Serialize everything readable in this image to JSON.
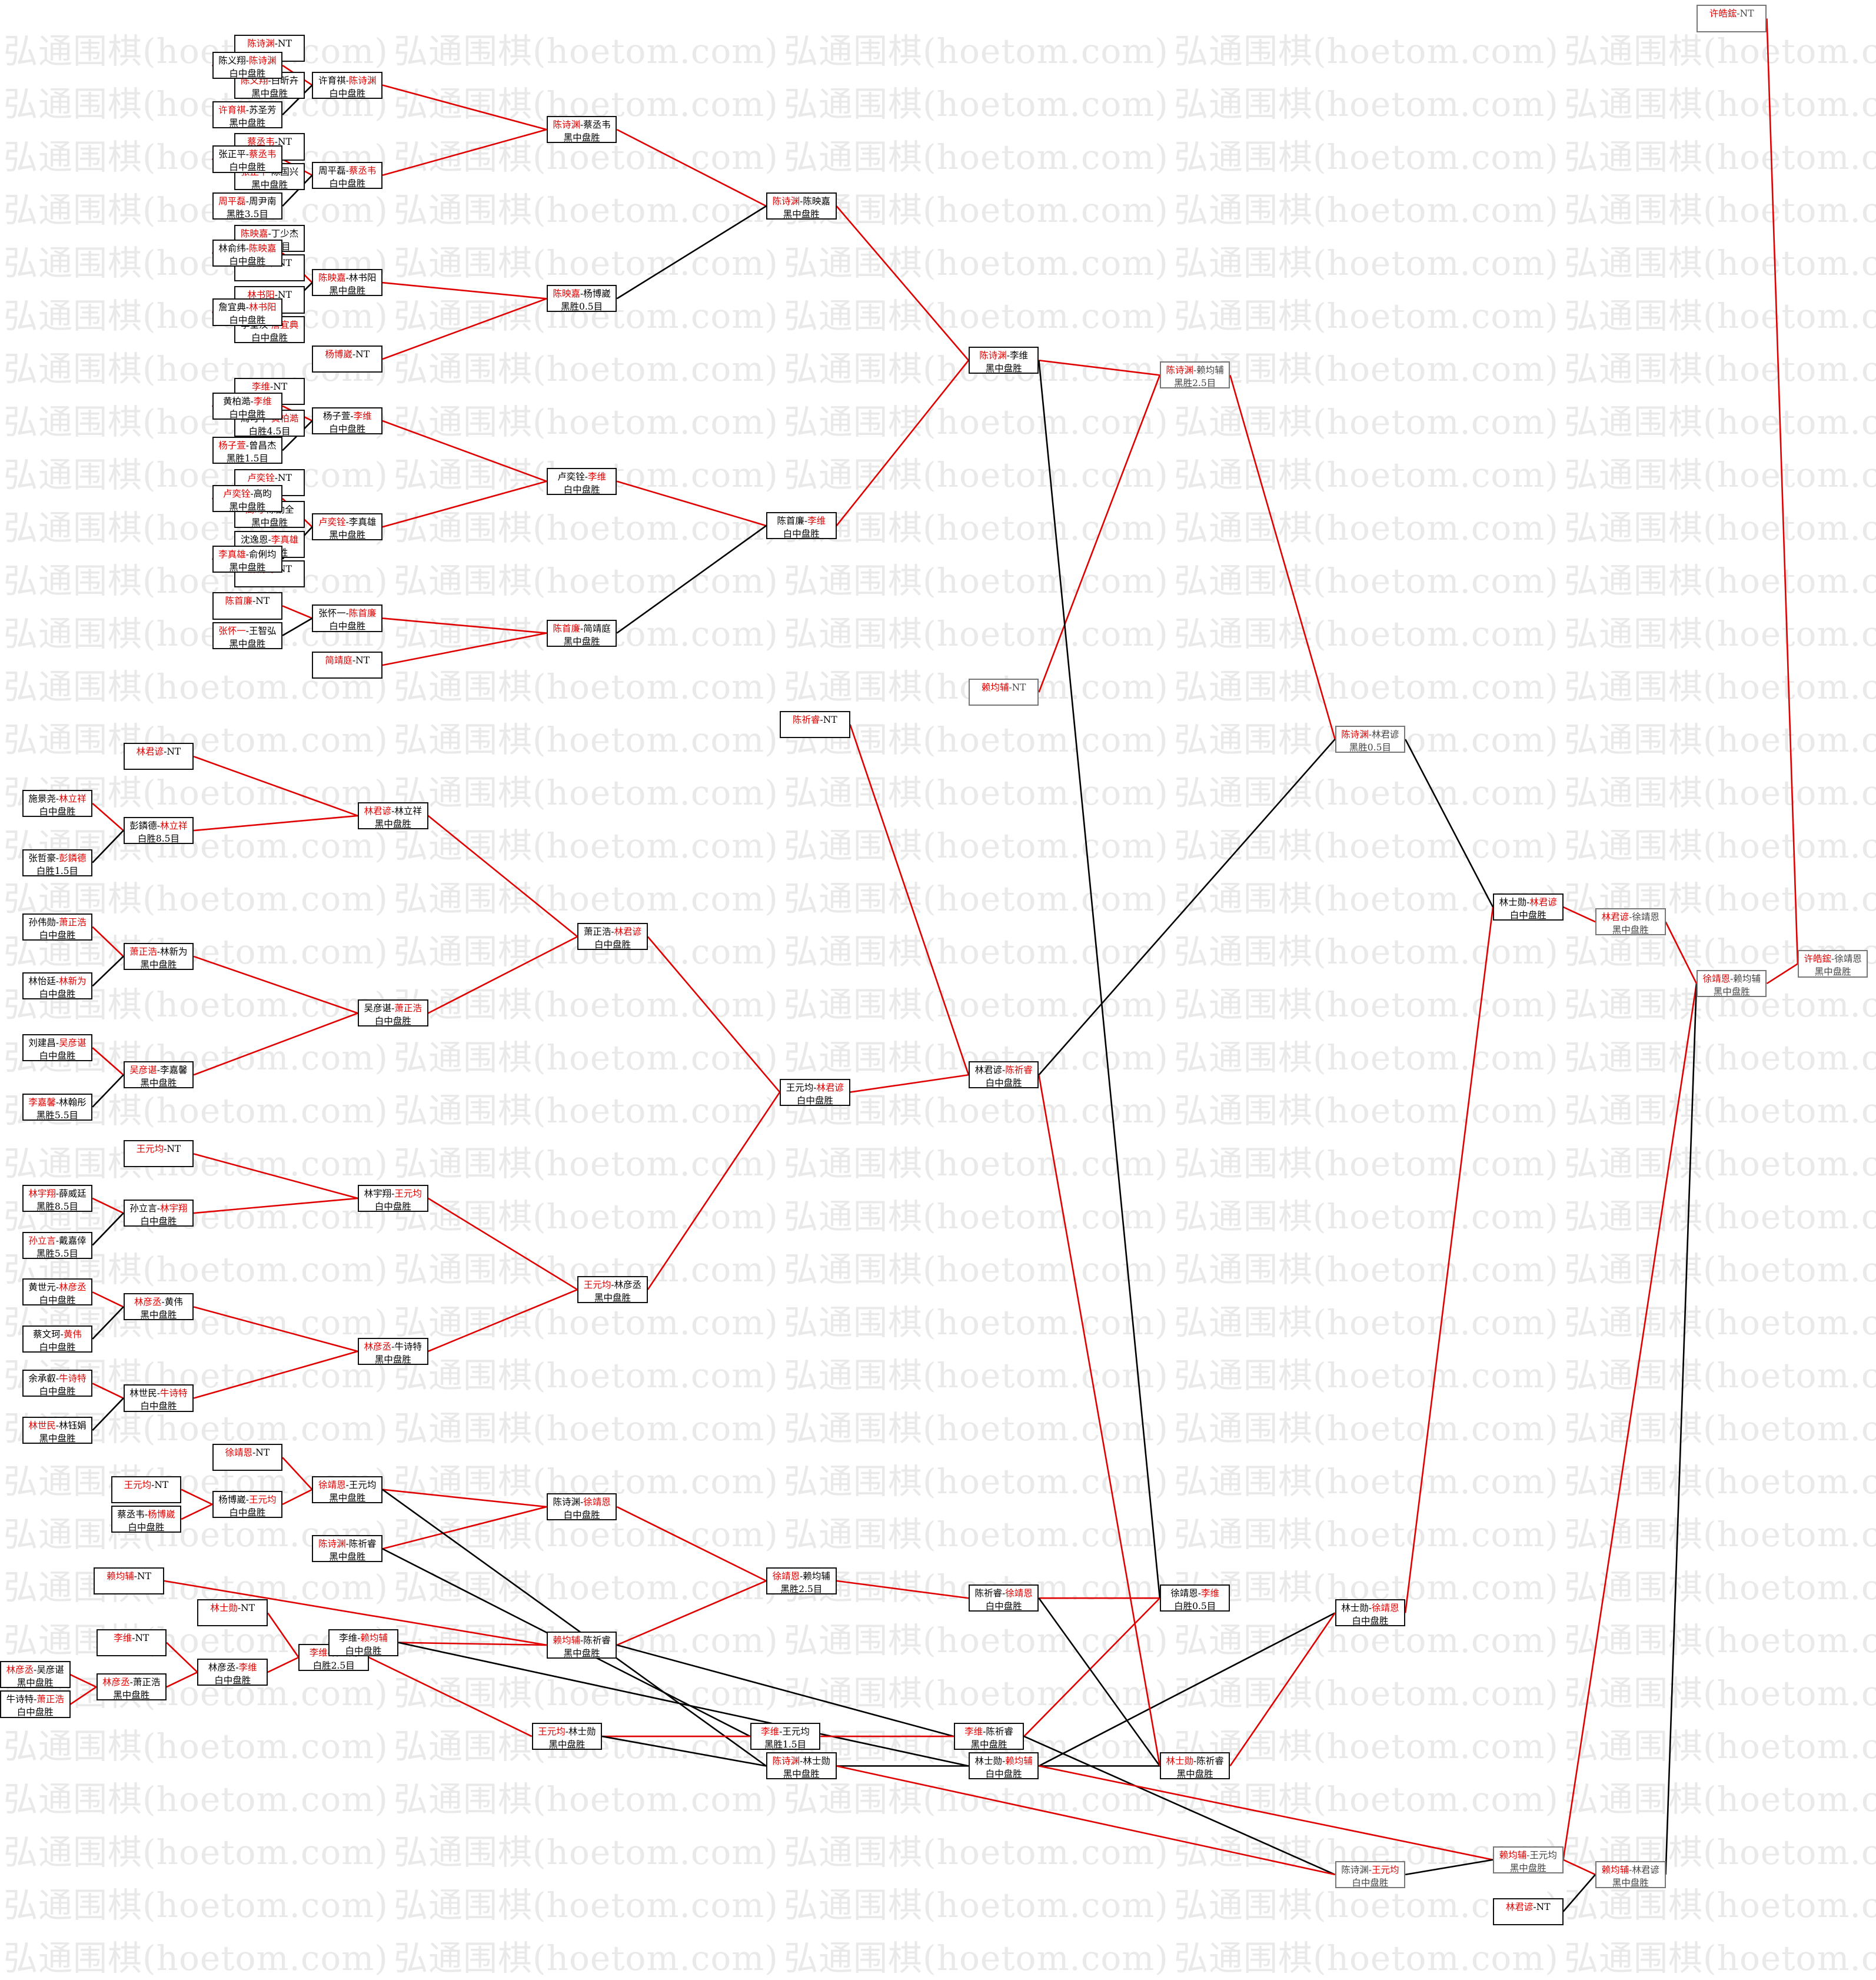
{
  "watermark": {
    "text": "弘通围棋(hoetom.com)"
  },
  "colors": {
    "winner_text": "#e00000",
    "win_line": "#e00000",
    "loss_line": "#000000",
    "box_border": "#111111"
  },
  "matches": [
    {
      "id": "a1",
      "p1": "陈诗渊",
      "p2": "NT",
      "w": 1,
      "res": ""
    },
    {
      "id": "a2",
      "p1": "陈义翔",
      "p2": "白昕卉",
      "w": 1,
      "res": "黑中盘胜"
    },
    {
      "id": "a3",
      "p1": "蔡丞韦",
      "p2": "NT",
      "w": 1,
      "res": ""
    },
    {
      "id": "a4",
      "p1": "张正平",
      "p2": "陈国兴",
      "w": 1,
      "res": "黑中盘胜"
    },
    {
      "id": "a5",
      "p1": "陈映嘉",
      "p2": "丁少杰",
      "w": 1,
      "res": "黑胜7.5目"
    },
    {
      "id": "a6",
      "p1": "林俞纬",
      "p2": "NT",
      "w": 1,
      "res": ""
    },
    {
      "id": "a7",
      "p1": "林书阳",
      "p2": "NT",
      "w": 1,
      "res": ""
    },
    {
      "id": "a8",
      "p1": "李奎汉",
      "p2": "詹宜典",
      "w": 2,
      "res": "白中盘胜"
    },
    {
      "id": "a9",
      "p1": "李维",
      "p2": "NT",
      "w": 1,
      "res": ""
    },
    {
      "id": "a10",
      "p1": "周可平",
      "p2": "黄柏澔",
      "w": 2,
      "res": "白胜4.5目"
    },
    {
      "id": "a11",
      "p1": "卢奕铨",
      "p2": "NT",
      "w": 1,
      "res": ""
    },
    {
      "id": "a12",
      "p1": "高昀",
      "p2": "陈劭全",
      "w": 1,
      "res": "黑中盘胜"
    },
    {
      "id": "a13",
      "p1": "沈逸恩",
      "p2": "李真雄",
      "w": 2,
      "res": "白中盘胜"
    },
    {
      "id": "a14",
      "p1": "俞俐均",
      "p2": "NT",
      "w": 1,
      "res": ""
    },
    {
      "id": "b1",
      "p1": "陈义翔",
      "p2": "陈诗渊",
      "w": 2,
      "res": "白中盘胜"
    },
    {
      "id": "b2",
      "p1": "许育祺",
      "p2": "苏圣芳",
      "w": 1,
      "res": "黑中盘胜"
    },
    {
      "id": "b3",
      "p1": "张正平",
      "p2": "蔡丞韦",
      "w": 2,
      "res": "白中盘胜"
    },
    {
      "id": "b4",
      "p1": "周平磊",
      "p2": "周尹南",
      "w": 1,
      "res": "黑胜3.5目"
    },
    {
      "id": "b5",
      "p1": "林俞纬",
      "p2": "陈映嘉",
      "w": 2,
      "res": "白中盘胜"
    },
    {
      "id": "b6",
      "p1": "詹宜典",
      "p2": "林书阳",
      "w": 2,
      "res": "白中盘胜"
    },
    {
      "id": "b7",
      "p1": "黄柏澔",
      "p2": "李维",
      "w": 2,
      "res": "白中盘胜"
    },
    {
      "id": "b8",
      "p1": "杨子萱",
      "p2": "曾昌杰",
      "w": 1,
      "res": "黑胜1.5目"
    },
    {
      "id": "b9",
      "p1": "卢奕铨",
      "p2": "高昀",
      "w": 1,
      "res": "黑中盘胜"
    },
    {
      "id": "b10",
      "p1": "李真雄",
      "p2": "俞俐均",
      "w": 1,
      "res": "黑中盘胜"
    },
    {
      "id": "b11",
      "p1": "陈首廉",
      "p2": "NT",
      "w": 1,
      "res": ""
    },
    {
      "id": "b12",
      "p1": "张怀一",
      "p2": "王智弘",
      "w": 1,
      "res": "黑中盘胜"
    },
    {
      "id": "c1",
      "p1": "许育祺",
      "p2": "陈诗渊",
      "w": 2,
      "res": "白中盘胜"
    },
    {
      "id": "c2",
      "p1": "周平磊",
      "p2": "蔡丞韦",
      "w": 2,
      "res": "白中盘胜"
    },
    {
      "id": "c3",
      "p1": "陈映嘉",
      "p2": "林书阳",
      "w": 1,
      "res": "黑中盘胜"
    },
    {
      "id": "c4",
      "p1": "杨博崴",
      "p2": "NT",
      "w": 1,
      "res": ""
    },
    {
      "id": "c5",
      "p1": "杨子萱",
      "p2": "李维",
      "w": 2,
      "res": "白中盘胜"
    },
    {
      "id": "c6",
      "p1": "卢奕铨",
      "p2": "李真雄",
      "w": 1,
      "res": "黑中盘胜"
    },
    {
      "id": "c7",
      "p1": "张怀一",
      "p2": "陈首廉",
      "w": 2,
      "res": "白中盘胜"
    },
    {
      "id": "c8",
      "p1": "简靖庭",
      "p2": "NT",
      "w": 1,
      "res": ""
    },
    {
      "id": "d1",
      "p1": "陈诗渊",
      "p2": "蔡丞韦",
      "w": 1,
      "res": "黑中盘胜"
    },
    {
      "id": "d2",
      "p1": "陈映嘉",
      "p2": "杨博崴",
      "w": 1,
      "res": "黑胜0.5目"
    },
    {
      "id": "d3",
      "p1": "卢奕铨",
      "p2": "李维",
      "w": 2,
      "res": "白中盘胜"
    },
    {
      "id": "d4",
      "p1": "陈首廉",
      "p2": "简靖庭",
      "w": 1,
      "res": "黑中盘胜"
    },
    {
      "id": "e1",
      "p1": "陈诗渊",
      "p2": "陈映嘉",
      "w": 1,
      "res": "黑中盘胜"
    },
    {
      "id": "e2",
      "p1": "陈首廉",
      "p2": "李维",
      "w": 2,
      "res": "白中盘胜"
    },
    {
      "id": "f1",
      "p1": "陈诗渊",
      "p2": "李维",
      "w": 1,
      "res": "黑中盘胜"
    },
    {
      "id": "g1",
      "p1": "赖均辅",
      "p2": "NT",
      "w": 1,
      "res": "",
      "faded": true
    },
    {
      "id": "h1",
      "p1": "陈诗渊",
      "p2": "赖均辅",
      "w": 1,
      "res": "黑胜2.5目",
      "faded": true
    },
    {
      "id": "x1",
      "p1": "林君谚",
      "p2": "NT",
      "w": 1,
      "res": ""
    },
    {
      "id": "x2",
      "p1": "施景尧",
      "p2": "林立祥",
      "w": 2,
      "res": "白中盘胜"
    },
    {
      "id": "x3",
      "p1": "张哲豪",
      "p2": "彭鏻德",
      "w": 2,
      "res": "白胜1.5目"
    },
    {
      "id": "x4",
      "p1": "孙伟勋",
      "p2": "萧正浩",
      "w": 2,
      "res": "白中盘胜"
    },
    {
      "id": "x5",
      "p1": "林怡廷",
      "p2": "林新为",
      "w": 2,
      "res": "白中盘胜"
    },
    {
      "id": "x6",
      "p1": "刘建昌",
      "p2": "吴彦谌",
      "w": 2,
      "res": "白中盘胜"
    },
    {
      "id": "x7",
      "p1": "李嘉馨",
      "p2": "林翰彤",
      "w": 1,
      "res": "黑胜5.5目"
    },
    {
      "id": "x8",
      "p1": "王元均",
      "p2": "NT",
      "w": 1,
      "res": ""
    },
    {
      "id": "x9",
      "p1": "林宇翔",
      "p2": "薛威廷",
      "w": 1,
      "res": "黑胜8.5目"
    },
    {
      "id": "x10",
      "p1": "孙立言",
      "p2": "戴嘉倖",
      "w": 1,
      "res": "黑胜5.5目"
    },
    {
      "id": "x11",
      "p1": "黄世元",
      "p2": "林彦丞",
      "w": 2,
      "res": "白中盘胜"
    },
    {
      "id": "x12",
      "p1": "蔡文珂",
      "p2": "黄伟",
      "w": 2,
      "res": "白中盘胜"
    },
    {
      "id": "x13",
      "p1": "余承叡",
      "p2": "牛诗特",
      "w": 2,
      "res": "白中盘胜"
    },
    {
      "id": "x14",
      "p1": "林世民",
      "p2": "林钰娟",
      "w": 1,
      "res": "黑中盘胜"
    },
    {
      "id": "y1",
      "p1": "彭鏻德",
      "p2": "林立祥",
      "w": 2,
      "res": "白胜8.5目"
    },
    {
      "id": "y2",
      "p1": "萧正浩",
      "p2": "林新为",
      "w": 1,
      "res": "黑中盘胜"
    },
    {
      "id": "y3",
      "p1": "吴彦谌",
      "p2": "李嘉馨",
      "w": 1,
      "res": "黑中盘胜"
    },
    {
      "id": "y4",
      "p1": "孙立言",
      "p2": "林宇翔",
      "w": 2,
      "res": "白中盘胜"
    },
    {
      "id": "y5",
      "p1": "林彦丞",
      "p2": "黄伟",
      "w": 1,
      "res": "黑中盘胜"
    },
    {
      "id": "y6",
      "p1": "林世民",
      "p2": "牛诗特",
      "w": 2,
      "res": "白中盘胜"
    },
    {
      "id": "z1",
      "p1": "林君谚",
      "p2": "林立祥",
      "w": 1,
      "res": "黑中盘胜"
    },
    {
      "id": "z2",
      "p1": "吴彦谌",
      "p2": "萧正浩",
      "w": 2,
      "res": "白中盘胜"
    },
    {
      "id": "z3",
      "p1": "林宇翔",
      "p2": "王元均",
      "w": 2,
      "res": "白中盘胜"
    },
    {
      "id": "z4",
      "p1": "林彦丞",
      "p2": "牛诗特",
      "w": 1,
      "res": "黑中盘胜"
    },
    {
      "id": "w1",
      "p1": "萧正浩",
      "p2": "林君谚",
      "w": 2,
      "res": "白中盘胜"
    },
    {
      "id": "w2",
      "p1": "王元均",
      "p2": "林彦丞",
      "w": 1,
      "res": "黑中盘胜"
    },
    {
      "id": "v0",
      "p1": "陈祈睿",
      "p2": "NT",
      "w": 1,
      "res": ""
    },
    {
      "id": "v1",
      "p1": "王元均",
      "p2": "林君谚",
      "w": 2,
      "res": "白中盘胜"
    },
    {
      "id": "u1",
      "p1": "林君谚",
      "p2": "陈祈睿",
      "w": 2,
      "res": "白中盘胜"
    },
    {
      "id": "q1",
      "p1": "陈诗渊",
      "p2": "林君谚",
      "w": 1,
      "res": "黑胜0.5目",
      "faded": true
    },
    {
      "id": "l1",
      "p1": "徐靖恩",
      "p2": "NT",
      "w": 1,
      "res": ""
    },
    {
      "id": "l2",
      "p1": "王元均",
      "p2": "NT",
      "w": 1,
      "res": ""
    },
    {
      "id": "l3",
      "p1": "蔡丞韦",
      "p2": "杨博崴",
      "w": 2,
      "res": "白中盘胜"
    },
    {
      "id": "l4",
      "p1": "杨博崴",
      "p2": "王元均",
      "w": 2,
      "res": "白中盘胜"
    },
    {
      "id": "l5",
      "p1": "徐靖恩",
      "p2": "王元均",
      "w": 1,
      "res": "黑中盘胜"
    },
    {
      "id": "l6",
      "p1": "陈诗渊",
      "p2": "陈祈睿",
      "w": 1,
      "res": "黑中盘胜"
    },
    {
      "id": "l7",
      "p1": "陈诗渊",
      "p2": "徐靖恩",
      "w": 2,
      "res": "白中盘胜"
    },
    {
      "id": "l8",
      "p1": "赖均辅",
      "p2": "NT",
      "w": 1,
      "res": ""
    },
    {
      "id": "l9",
      "p1": "林士勋",
      "p2": "NT",
      "w": 1,
      "res": ""
    },
    {
      "id": "l10",
      "p1": "李维",
      "p2": "NT",
      "w": 1,
      "res": ""
    },
    {
      "id": "l11",
      "p1": "林彦丞",
      "p2": "吴彦谌",
      "w": 1,
      "res": "黑中盘胜"
    },
    {
      "id": "l12",
      "p1": "牛诗特",
      "p2": "萧正浩",
      "w": 2,
      "res": "白中盘胜"
    },
    {
      "id": "l13",
      "p1": "林彦丞",
      "p2": "萧正浩",
      "w": 1,
      "res": "黑中盘胜"
    },
    {
      "id": "l14",
      "p1": "林彦丞",
      "p2": "李维",
      "w": 2,
      "res": "白中盘胜"
    },
    {
      "id": "l15",
      "p1": "李维",
      "p2": "林士勋",
      "w": 1,
      "res": "白胜2.5目"
    },
    {
      "id": "l16",
      "p1": "李维",
      "p2": "赖均辅",
      "w": 2,
      "res": "白中盘胜"
    },
    {
      "id": "l17",
      "p1": "赖均辅",
      "p2": "陈祈睿",
      "w": 1,
      "res": "黑中盘胜"
    },
    {
      "id": "l18",
      "p1": "王元均",
      "p2": "林士勋",
      "w": 1,
      "res": "黑中盘胜"
    },
    {
      "id": "l19",
      "p1": "徐靖恩",
      "p2": "赖均辅",
      "w": 1,
      "res": "黑胜2.5目"
    },
    {
      "id": "l20",
      "p1": "李维",
      "p2": "王元均",
      "w": 1,
      "res": "黑胜1.5目"
    },
    {
      "id": "l21",
      "p1": "陈诗渊",
      "p2": "林士勋",
      "w": 1,
      "res": "黑中盘胜"
    },
    {
      "id": "l22",
      "p1": "陈祈睿",
      "p2": "徐靖恩",
      "w": 2,
      "res": "白中盘胜"
    },
    {
      "id": "l23",
      "p1": "李维",
      "p2": "陈祈睿",
      "w": 1,
      "res": "黑中盘胜"
    },
    {
      "id": "l24",
      "p1": "林士勋",
      "p2": "赖均辅",
      "w": 2,
      "res": "白中盘胜"
    },
    {
      "id": "l25",
      "p1": "徐靖恩",
      "p2": "李维",
      "w": 2,
      "res": "白胜0.5目"
    },
    {
      "id": "l26",
      "p1": "林士勋",
      "p2": "陈祈睿",
      "w": 1,
      "res": "黑中盘胜"
    },
    {
      "id": "l27",
      "p1": "林士勋",
      "p2": "徐靖恩",
      "w": 2,
      "res": "白中盘胜"
    },
    {
      "id": "l28",
      "p1": "林士勋",
      "p2": "林君谚",
      "w": 2,
      "res": "白中盘胜"
    },
    {
      "id": "l29",
      "p1": "陈诗渊",
      "p2": "王元均",
      "w": 2,
      "res": "白中盘胜",
      "faded": true
    },
    {
      "id": "l30",
      "p1": "赖均辅",
      "p2": "王元均",
      "w": 1,
      "res": "黑中盘胜",
      "faded": true
    },
    {
      "id": "l31",
      "p1": "林君谚",
      "p2": "NT",
      "w": 1,
      "res": ""
    },
    {
      "id": "l32",
      "p1": "赖均辅",
      "p2": "林君谚",
      "w": 1,
      "res": "黑中盘胜",
      "faded": true
    },
    {
      "id": "k1",
      "p1": "林君谚",
      "p2": "徐靖恩",
      "w": 1,
      "res": "黑中盘胜",
      "faded": true
    },
    {
      "id": "k2",
      "p1": "徐靖恩",
      "p2": "赖均辅",
      "w": 1,
      "res": "黑中盘胜",
      "faded": true
    },
    {
      "id": "k3",
      "p1": "许皓鋐",
      "p2": "徐靖恩",
      "w": 1,
      "res": "黑中盘胜",
      "faded": true
    },
    {
      "id": "k4",
      "p1": "许皓鋐",
      "p2": "NT",
      "w": 1,
      "res": "",
      "faded": true
    }
  ]
}
